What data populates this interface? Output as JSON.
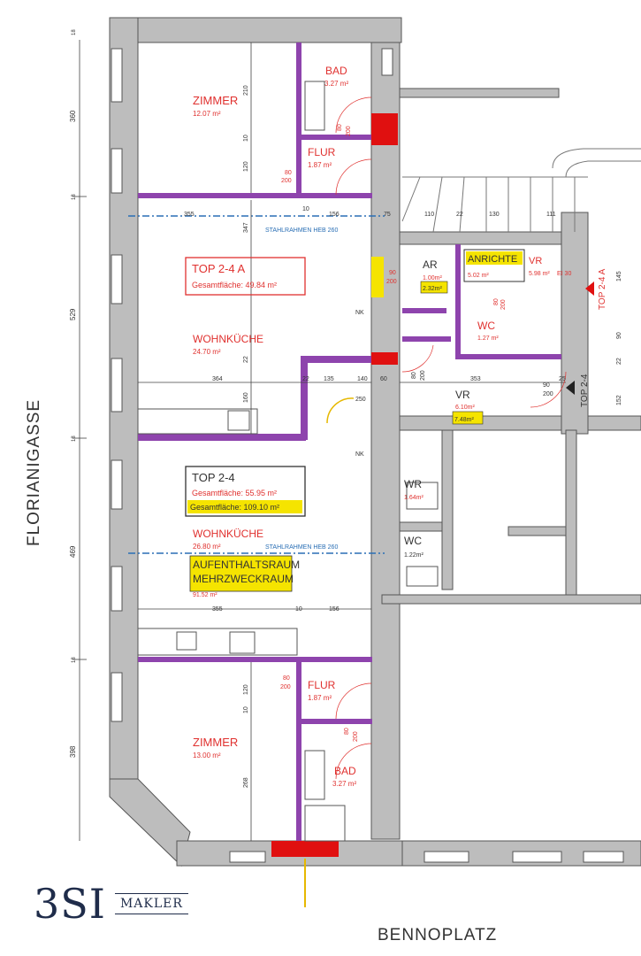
{
  "streets": {
    "left": "FLORIANIGASSE",
    "bottom": "BENNOPLATZ"
  },
  "logo": {
    "mark": "3SI",
    "sub": "MAKLER"
  },
  "units": {
    "top24a": {
      "title": "TOP 2-4 A",
      "area": "Gesamtfläche:  49.84 m²"
    },
    "top24": {
      "title": "TOP 2-4",
      "area": "Gesamtfläche:  55.95 m²",
      "area_total": "Gesamtfläche: 109.10 m²"
    }
  },
  "rooms": {
    "bad_top": {
      "name": "BAD",
      "area": "3.27 m²"
    },
    "zimmer_top": {
      "name": "ZIMMER",
      "area": "12.07 m²"
    },
    "flur_top": {
      "name": "FLUR",
      "area": "1.87 m²"
    },
    "wohnkueche_a": {
      "name": "WOHNKÜCHE",
      "area": "24.70 m²"
    },
    "ar": {
      "name": "AR",
      "area": "1.00m²",
      "area2": "2.32m²"
    },
    "anrichte": {
      "name": "ANRICHTE",
      "area": "5.02 m²"
    },
    "vr_a": {
      "name": "VR",
      "area": "5.98 m²"
    },
    "wc_a": {
      "name": "WC",
      "area": "1.27 m²"
    },
    "vr": {
      "name": "VR",
      "area": "6.10m²",
      "area2": "7.48m²"
    },
    "wr": {
      "name": "WR",
      "area": "1.64m²"
    },
    "wc": {
      "name": "WC",
      "area": "1.22m²"
    },
    "wohnkueche": {
      "name": "WOHNKÜCHE",
      "area": "26.80 m²"
    },
    "aufenthalt1": "AUFENTHALTSRAUM",
    "aufenthalt2": "MEHRZWECKRAUM",
    "aufenthalt_area": "91.52 m²",
    "flur_bottom": {
      "name": "FLUR",
      "area": "1.87 m²"
    },
    "zimmer_bottom": {
      "name": "ZIMMER",
      "area": "13.00 m²"
    },
    "bad_bottom": {
      "name": "BAD",
      "area": "3.27 m²"
    }
  },
  "beams": {
    "heb_top": "STAHLRAHMEN HEB 260",
    "heb_mid": "STAHLRAHMEN HEB 260"
  },
  "labels": {
    "nk1": "NK",
    "nk2": "NK",
    "top24a_side": "TOP 2-4 A",
    "top24_side": "TOP 2-4",
    "ei30": "EI 30"
  },
  "dims": {
    "left": [
      "360",
      "529",
      "469",
      "398",
      "18",
      "18",
      "18",
      "18"
    ],
    "d210": "210",
    "d120a": "120",
    "d10a": "10",
    "d355a": "355",
    "d10b": "10",
    "d156a": "156",
    "d75": "75",
    "d110": "110",
    "d22": "22",
    "d130": "130",
    "d111": "111",
    "d347": "347",
    "d22b": "22",
    "d160": "160",
    "d364": "364",
    "d22c": "22",
    "d135": "135",
    "d140": "140",
    "d60": "60",
    "d250": "250",
    "d353": "353",
    "d25": "25",
    "d355b": "355",
    "d10c": "10",
    "d156b": "156",
    "d120b": "120",
    "d268": "268",
    "d10d": "10",
    "r145": "145",
    "r90": "90",
    "r152": "152",
    "r22": "22",
    "door80": "80",
    "door200": "200",
    "door90": "90"
  }
}
